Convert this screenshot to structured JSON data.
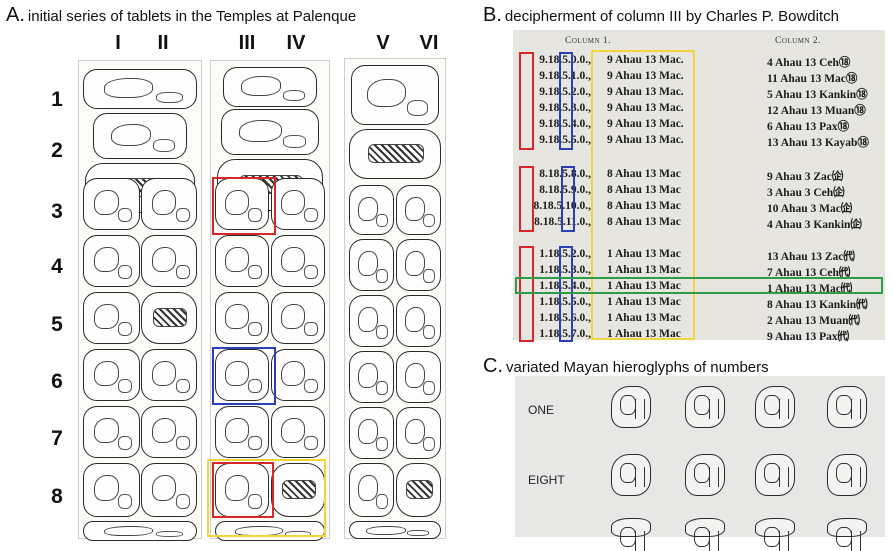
{
  "panel_a": {
    "letter": "A.",
    "title": "initial series of tablets in the Temples at Palenque",
    "columns": [
      "I",
      "II",
      "III",
      "IV",
      "V",
      "VI"
    ],
    "rows": [
      "1",
      "2",
      "3",
      "4",
      "5",
      "6",
      "7",
      "8"
    ],
    "colors": {
      "red": "#d9262b",
      "blue": "#2b3fb8",
      "yellow": "#f0d63a"
    }
  },
  "panel_b": {
    "letter": "B.",
    "title": "decipherment of column III by Charles P. Bowditch",
    "header_col1": "Column 1.",
    "header_col2": "Column 2.",
    "groups": [
      [
        {
          "lc": "9.18.5.0.0.,",
          "date": "9 Ahau 13 Mac.",
          "col2": "4 Ahau 13 Ceh⑱"
        },
        {
          "lc": "9.18.5.1.0.,",
          "date": "9 Ahau 13 Mac.",
          "col2": "11 Ahau 13 Mac⑱"
        },
        {
          "lc": "9.18.5.2.0.,",
          "date": "9 Ahau 13 Mac.",
          "col2": "5 Ahau 13 Kankin⑱"
        },
        {
          "lc": "9.18.5.3.0.,",
          "date": "9 Ahau 13 Mac.",
          "col2": "12 Ahau 13 Muan⑱"
        },
        {
          "lc": "9.18.5.4.0.,",
          "date": "9 Ahau 13 Mac.",
          "col2": "6 Ahau 13 Pax⑱"
        },
        {
          "lc": "9.18.5.5.0.,",
          "date": "9 Ahau 13 Mac.",
          "col2": "13 Ahau 13 Kayab⑱"
        }
      ],
      [
        {
          "lc": "8.18.5.8.0.,",
          "date": "8 Ahau 13 Mac",
          "col2": "9 Ahau 3 Zac㈽"
        },
        {
          "lc": "8.18.5.9.0.,",
          "date": "8 Ahau 13 Mac",
          "col2": "3 Ahau 3 Ceh㈽"
        },
        {
          "lc": "8.18.5.10.0.,",
          "date": "8 Ahau 13 Mac",
          "col2": "10 Ahau 3 Mac㈽"
        },
        {
          "lc": "8.18.5.11.0.,",
          "date": "8 Ahau 13 Mac",
          "col2": "4 Ahau 3 Kankin㈽"
        }
      ],
      [
        {
          "lc": "1.18.5.2.0.,",
          "date": "1 Ahau 13 Mac",
          "col2": "13 Ahau 13 Zac㈹"
        },
        {
          "lc": "1.18.5.3.0.,",
          "date": "1 Ahau 13 Mac",
          "col2": "7 Ahau 13 Ceh㈹"
        },
        {
          "lc": "1.18.5.4.0.,",
          "date": "1 Ahau 13 Mac",
          "col2": "1 Ahau 13 Mac㈹"
        },
        {
          "lc": "1.18.5.5.0.,",
          "date": "1 Ahau 13 Mac",
          "col2": "8 Ahau 13 Kankin㈹"
        },
        {
          "lc": "1.18.5.6.0.,",
          "date": "1 Ahau 13 Mac",
          "col2": "2 Ahau 13 Muan㈹"
        },
        {
          "lc": "1.18.5.7.0.,",
          "date": "1 Ahau 13 Mac",
          "col2": "9 Ahau 13 Pax㈹"
        }
      ]
    ],
    "colors": {
      "red": "#d9262b",
      "blue": "#2b3fb8",
      "yellow": "#f0d63a",
      "green": "#2e9b48"
    }
  },
  "panel_c": {
    "letter": "C.",
    "title": "variated Mayan hieroglyphs of numbers",
    "labels": [
      "ONE",
      "EIGHT"
    ]
  }
}
